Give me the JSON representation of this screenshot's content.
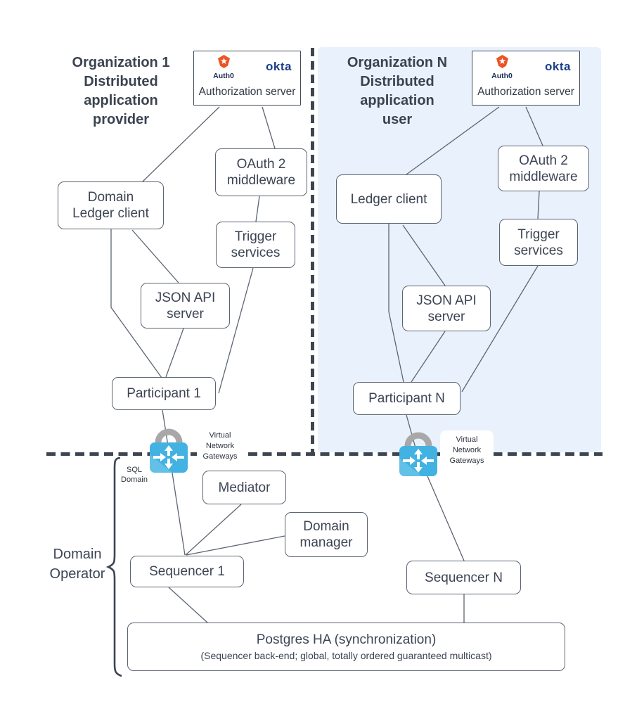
{
  "org1": {
    "title": "Organization 1\nDistributed\napplication\nprovider",
    "auth_server": {
      "auth0_label": "Auth0",
      "okta_label": "okta",
      "label": "Authorization server"
    },
    "nodes": {
      "domain_ledger_client": "Domain\nLedger client",
      "oauth_middleware": "OAuth 2\nmiddleware",
      "trigger_services": "Trigger\nservices",
      "json_api_server": "JSON API\nserver",
      "participant": "Participant 1"
    },
    "gateway_label": "Virtual\nNetwork\nGateways"
  },
  "orgN": {
    "title": "Organization N\nDistributed\napplication\nuser",
    "auth_server": {
      "auth0_label": "Auth0",
      "okta_label": "okta",
      "label": "Authorization server"
    },
    "nodes": {
      "ledger_client": "Ledger client",
      "oauth_middleware": "OAuth 2\nmiddleware",
      "trigger_services": "Trigger\nservices",
      "json_api_server": "JSON API\nserver",
      "participant": "Participant N"
    },
    "gateway_label": "Virtual\nNetwork\nGateways"
  },
  "domain_operator": {
    "sql_domain_label": "SQL\nDomain",
    "operator_label": "Domain\nOperator",
    "mediator": "Mediator",
    "domain_manager": "Domain\nmanager",
    "sequencer1": "Sequencer 1",
    "sequencerN": "Sequencer N",
    "postgres_title": "Postgres HA (synchronization)",
    "postgres_subtitle": "(Sequencer back-end; global, totally ordered guaranteed multicast)"
  },
  "icons": {
    "gateway": "virtual-network-gateway-lock-icon",
    "auth0": "auth0-shield-star-icon"
  },
  "colors": {
    "panel_blue": "#e9f1fc",
    "dash_dark": "#3d4551",
    "edge_gray": "#5c6573",
    "text_slate": "#3c4454",
    "gateway_blue": "#41b2e1",
    "lock_gray": "#a8a8a8",
    "auth0_orange": "#eb5424",
    "auth0_navy": "#1c2a52",
    "okta_blue": "#1b3e86"
  }
}
